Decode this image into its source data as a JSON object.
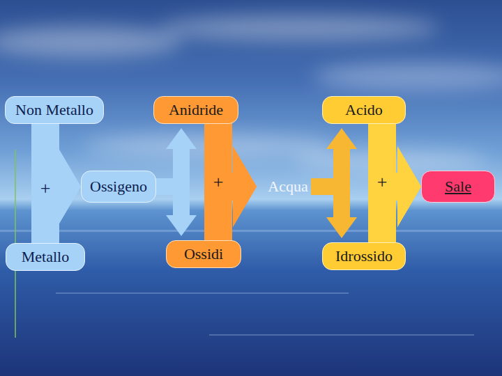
{
  "diagram": {
    "nodes": [
      {
        "text": [
          "Non Metallo"
        ]
      },
      {
        "text": [
          "Anidride"
        ]
      },
      {
        "text": [
          "Acido"
        ]
      },
      {
        "text": [
          "Ossigeno"
        ]
      },
      {
        "text": [
          "Acqua"
        ]
      },
      {
        "text": [
          "Sale"
        ]
      },
      {
        "text": [
          "Metallo"
        ]
      },
      {
        "text": [
          "Ossidi"
        ]
      },
      {
        "text": [
          "Idrossido"
        ]
      }
    ],
    "edges": [
      {
        "from": 0,
        "to": 3,
        "arrow": "to"
      },
      {
        "from": 6,
        "to": 3,
        "arrow": "to"
      },
      {
        "from": 3,
        "to": 1,
        "arrow": "to"
      },
      {
        "from": 3,
        "to": 7,
        "arrow": "to"
      },
      {
        "from": 1,
        "to": 4,
        "arrow": "to"
      },
      {
        "from": 7,
        "to": 4,
        "arrow": "to"
      },
      {
        "from": 4,
        "to": 2,
        "arrow": "to"
      },
      {
        "from": 4,
        "to": 8,
        "arrow": "to"
      },
      {
        "from": 2,
        "to": 5,
        "arrow": "to"
      },
      {
        "from": 8,
        "to": 5,
        "arrow": "to"
      }
    ],
    "labels": [
      "+",
      "+",
      "+"
    ]
  }
}
